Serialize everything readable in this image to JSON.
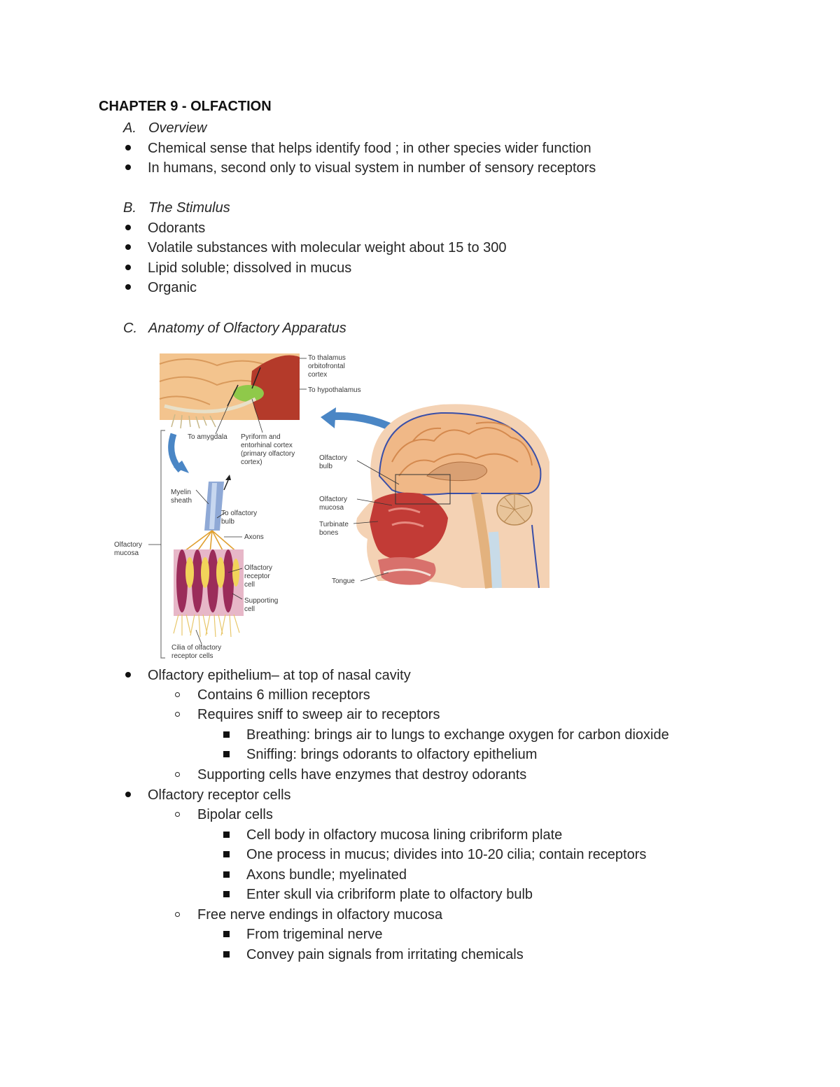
{
  "chapter_title": "CHAPTER 9 - OLFACTION",
  "sections": {
    "a": {
      "letter": "A.",
      "title": "Overview"
    },
    "b": {
      "letter": "B.",
      "title": "The Stimulus"
    },
    "c": {
      "letter": "C.",
      "title": "Anatomy of Olfactory Apparatus"
    }
  },
  "overview": [
    "Chemical sense that helps identify food ; in other species wider function",
    "In humans, second only to visual system in number of sensory receptors"
  ],
  "stimulus": [
    "Odorants",
    "Volatile substances with molecular weight about 15 to 300",
    "Lipid soluble; dissolved in mucus",
    "Organic"
  ],
  "figure": {
    "labels": {
      "to_thalamus_1": "To thalamus",
      "to_thalamus_2": "orbitofrontal",
      "to_thalamus_3": "cortex",
      "to_hypothalamus": "To hypothalamus",
      "to_amygdala": "To amygdala",
      "pyriform_1": "Pyriform and",
      "pyriform_2": "entorhinal cortex",
      "pyriform_3": "(primary olfactory",
      "pyriform_4": "cortex)",
      "myelin_1": "Myelin",
      "myelin_2": "sheath",
      "to_bulb_1": "To olfactory",
      "to_bulb_2": "bulb",
      "axons": "Axons",
      "mucosa_left_1": "Olfactory",
      "mucosa_left_2": "mucosa",
      "receptor_1": "Olfactory",
      "receptor_2": "receptor",
      "receptor_3": "cell",
      "supporting_1": "Supporting",
      "supporting_2": "cell",
      "cilia_1": "Cilia of olfactory",
      "cilia_2": "receptor cells",
      "bulb_1": "Olfactory",
      "bulb_2": "bulb",
      "mucosa_right_1": "Olfactory",
      "mucosa_right_2": "mucosa",
      "turbinate_1": "Turbinate",
      "turbinate_2": "bones",
      "tongue": "Tongue"
    }
  },
  "anatomy": {
    "epithelium": {
      "text": "Olfactory epithelium– at top of nasal cavity",
      "children": [
        "Contains 6 million receptors",
        "Requires sniff to sweep air to receptors"
      ],
      "sniff_children": [
        "Breathing: brings air to lungs to exchange oxygen for carbon dioxide",
        "Sniffing: brings odorants to olfactory epithelium"
      ],
      "supporting": "Supporting cells have enzymes that destroy odorants"
    },
    "receptor_cells": {
      "text": "Olfactory receptor cells",
      "bipolar": "Bipolar cells",
      "bipolar_children": [
        "Cell body in olfactory mucosa lining cribriform plate",
        "One process in mucus; divides into 10-20 cilia; contain receptors",
        "Axons bundle; myelinated",
        "Enter skull via cribriform plate to olfactory bulb"
      ],
      "free_nerve": "Free nerve endings in olfactory mucosa",
      "free_nerve_children": [
        "From trigeminal nerve",
        "Convey pain signals from irritating chemicals"
      ]
    }
  }
}
